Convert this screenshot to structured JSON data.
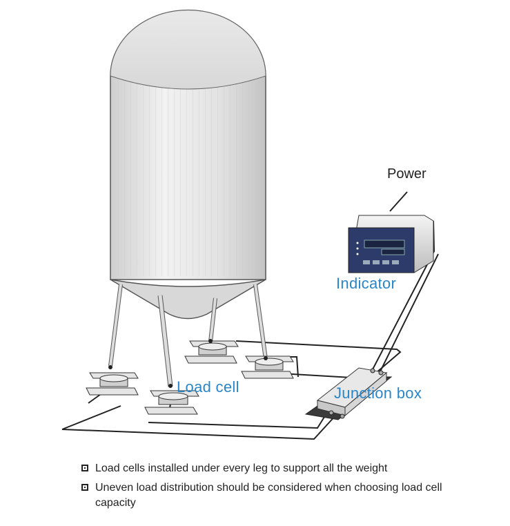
{
  "labels": {
    "power": "Power",
    "indicator": "Indicator",
    "load_cell": "Load cell",
    "junction_box": "Junction box"
  },
  "notes": [
    "Load cells installed under every leg to support all the weight",
    "Uneven load distribution should be considered when choosing load cell capacity"
  ],
  "colors": {
    "label_blue": "#2a86c8",
    "tank_fill": "#e6e6e6",
    "wire": "#222222"
  },
  "icons": [
    "silo-tank-icon",
    "load-cell-icon",
    "indicator-device-icon",
    "junction-box-icon",
    "note-bullet-icon"
  ]
}
